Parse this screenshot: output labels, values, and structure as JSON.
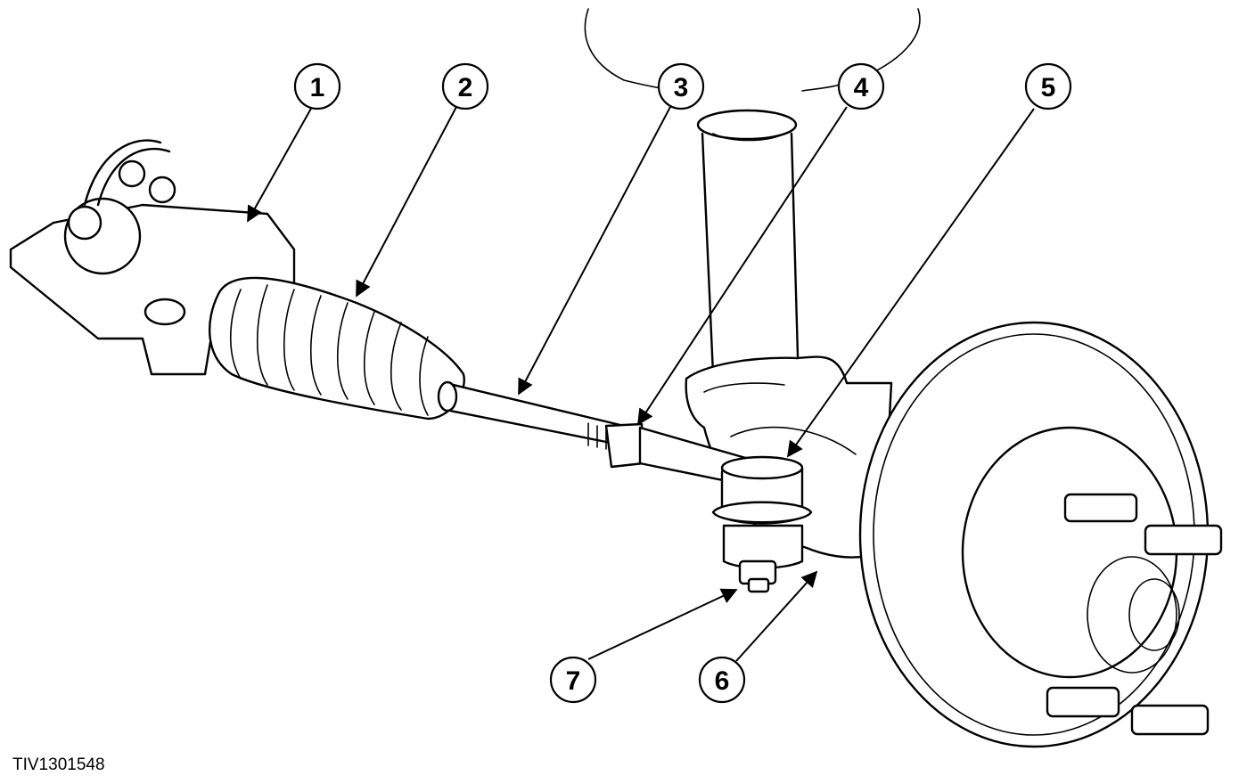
{
  "diagram": {
    "reference_code": "TIV1301548",
    "callouts": [
      {
        "id": "1",
        "label": "1"
      },
      {
        "id": "2",
        "label": "2"
      },
      {
        "id": "3",
        "label": "3"
      },
      {
        "id": "4",
        "label": "4"
      },
      {
        "id": "5",
        "label": "5"
      },
      {
        "id": "6",
        "label": "6"
      },
      {
        "id": "7",
        "label": "7"
      }
    ]
  }
}
